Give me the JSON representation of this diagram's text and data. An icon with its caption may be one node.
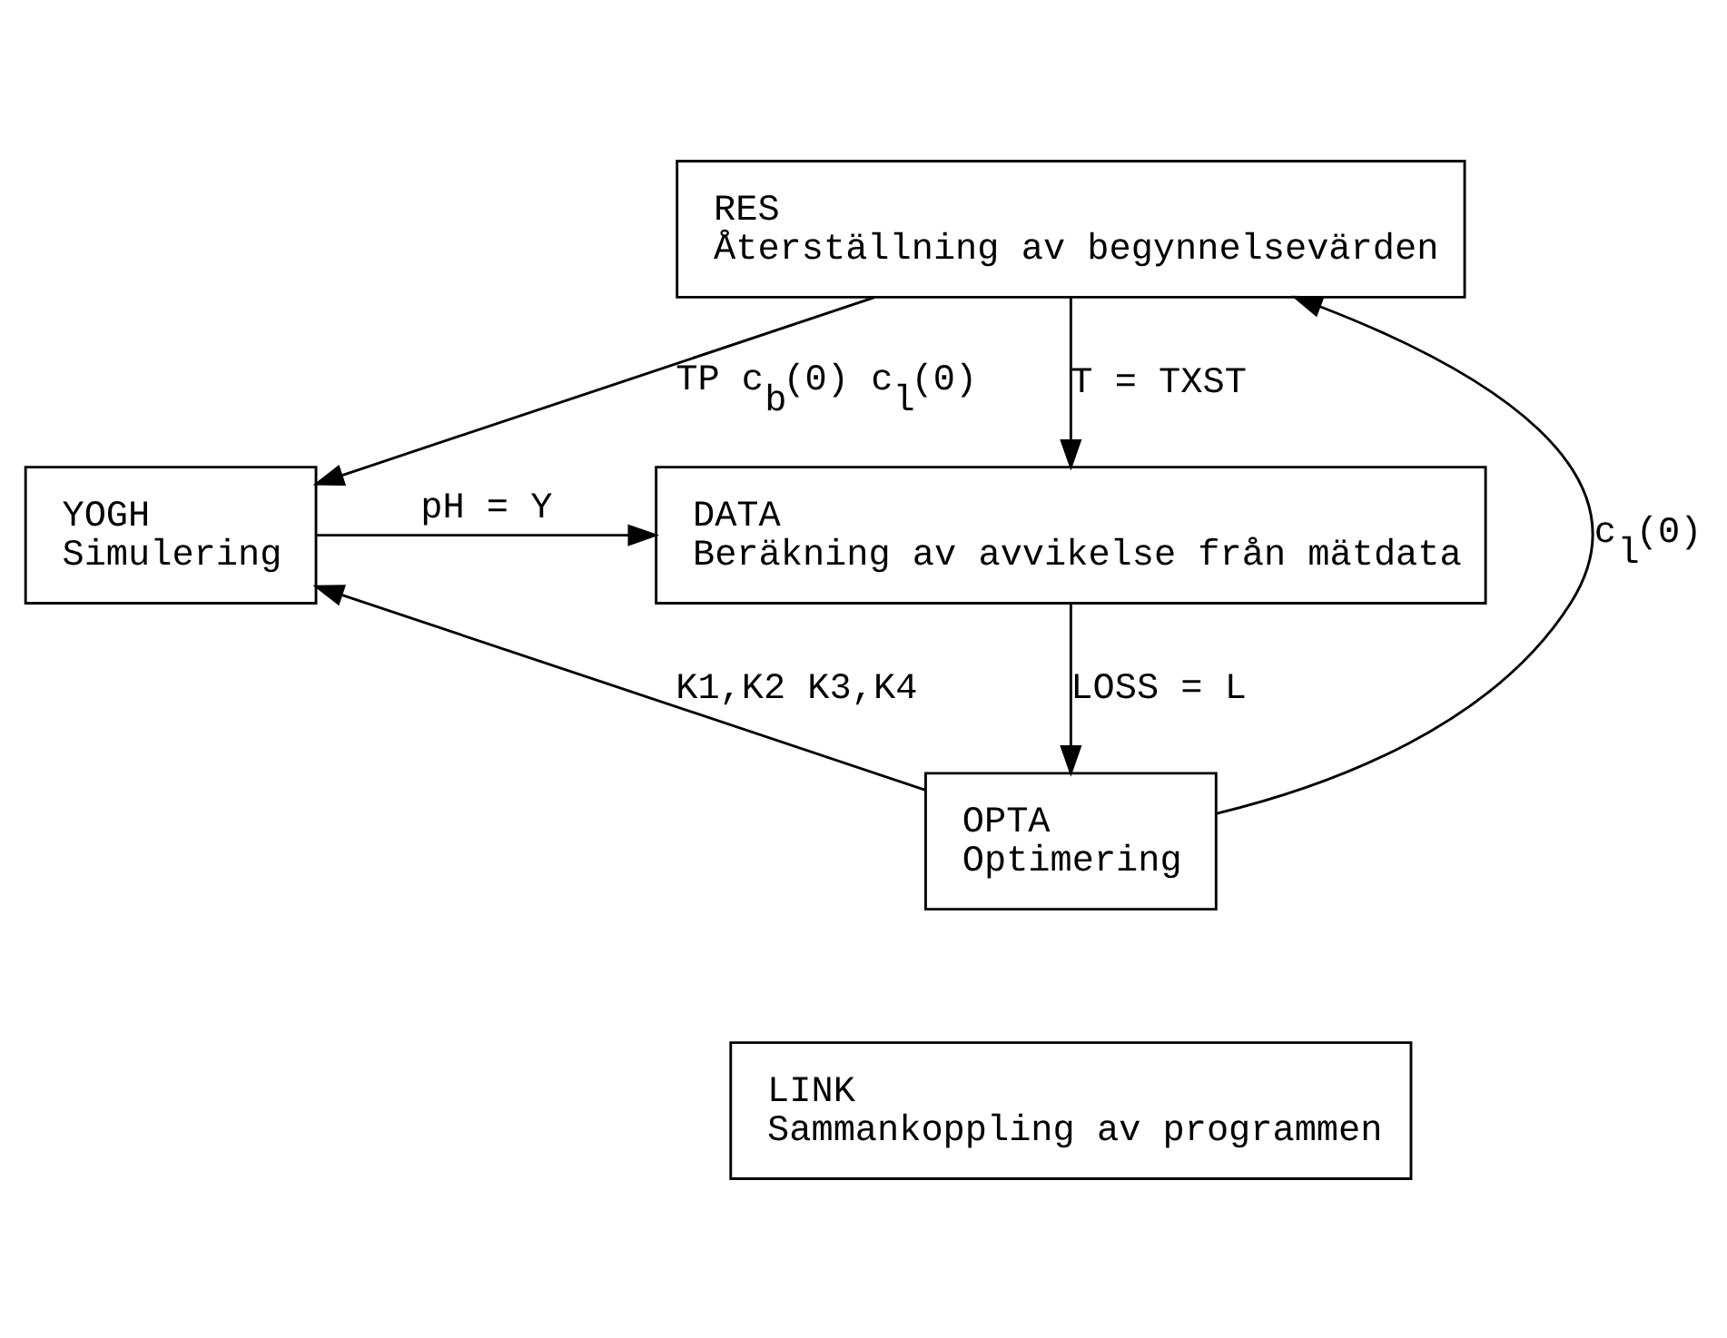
{
  "diagram": {
    "nodes": [
      {
        "text": [
          "RES",
          "Återställning av begynnelsevärden"
        ]
      },
      {
        "text": [
          "YOGH",
          "Simulering"
        ]
      },
      {
        "text": [
          "DATA",
          "Beräkning av avvikelse från mätdata"
        ]
      },
      {
        "text": [
          "OPTA",
          "Optimering"
        ]
      },
      {
        "text": [
          "LINK",
          "Sammankoppling av programmen"
        ]
      }
    ],
    "edges": [
      {
        "from": 0,
        "to": 1,
        "arrow": "to",
        "label": "TP c$_{b}$(0) c$_{l}$(0)"
      },
      {
        "from": 0,
        "to": 2,
        "arrow": "to",
        "label": "T = TXST"
      },
      {
        "from": 1,
        "to": 2,
        "arrow": "to",
        "label": "pH = Y"
      },
      {
        "from": 3,
        "to": 0,
        "arrow": "to",
        "label": "c$_{l}$(0)"
      },
      {
        "from": 2,
        "to": 3,
        "arrow": "to",
        "label": "LOSS = L"
      },
      {
        "from": 3,
        "to": 1,
        "arrow": "to",
        "label": "K1,K2 K3,K4"
      }
    ]
  }
}
